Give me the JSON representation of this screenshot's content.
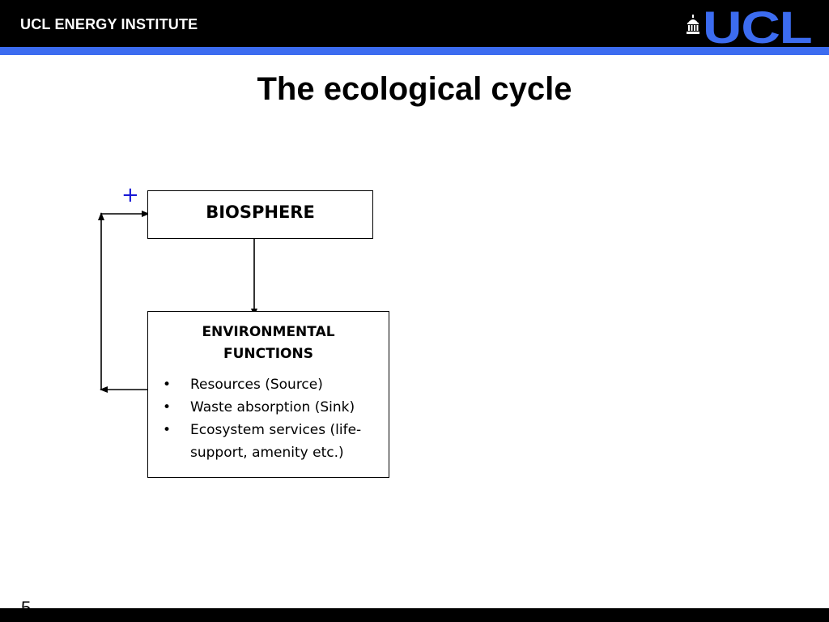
{
  "header": {
    "institute": "UCL ENERGY INSTITUTE",
    "logo_text": "UCL",
    "bar_color": "#000000",
    "accent_color": "#3c6cf0"
  },
  "title": "The ecological cycle",
  "diagram": {
    "biosphere_label": "BIOSPHERE",
    "environmental_functions": {
      "heading_line1": "ENVIRONMENTAL",
      "heading_line2": "FUNCTIONS",
      "items": [
        "Resources (Source)",
        "Waste absorption (Sink)",
        "Ecosystem services (life-support, amenity etc.)"
      ]
    },
    "feedback_sign": "+",
    "feedback_sign_color": "#1a1ad6"
  },
  "footer": {
    "slide_number": "5"
  }
}
